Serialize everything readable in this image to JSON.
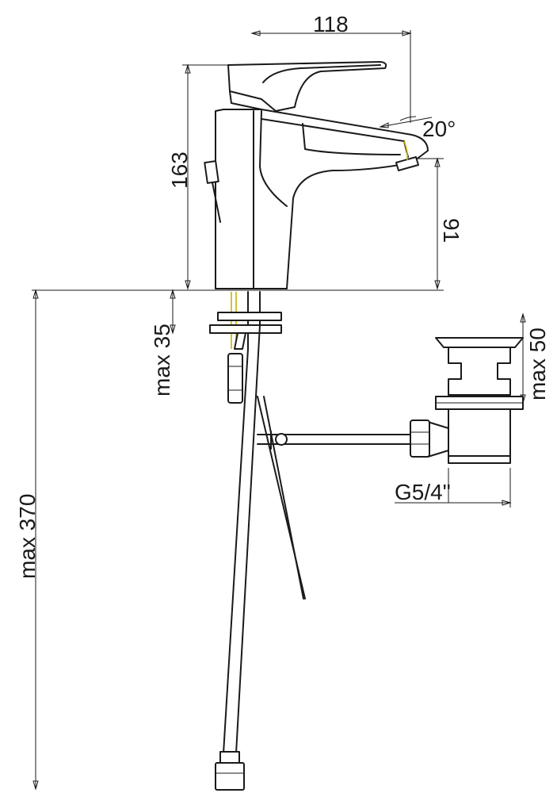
{
  "dimensions": {
    "width_top": "118",
    "spout_angle": "20°",
    "height_total": "163",
    "height_spout": "91",
    "max_deck": "max 35",
    "max_waste": "max 50",
    "max_hose": "max 370",
    "thread": "G5/4\""
  },
  "colors": {
    "line": "#1a1a1a",
    "accent": "#c8b400",
    "background": "#ffffff"
  }
}
